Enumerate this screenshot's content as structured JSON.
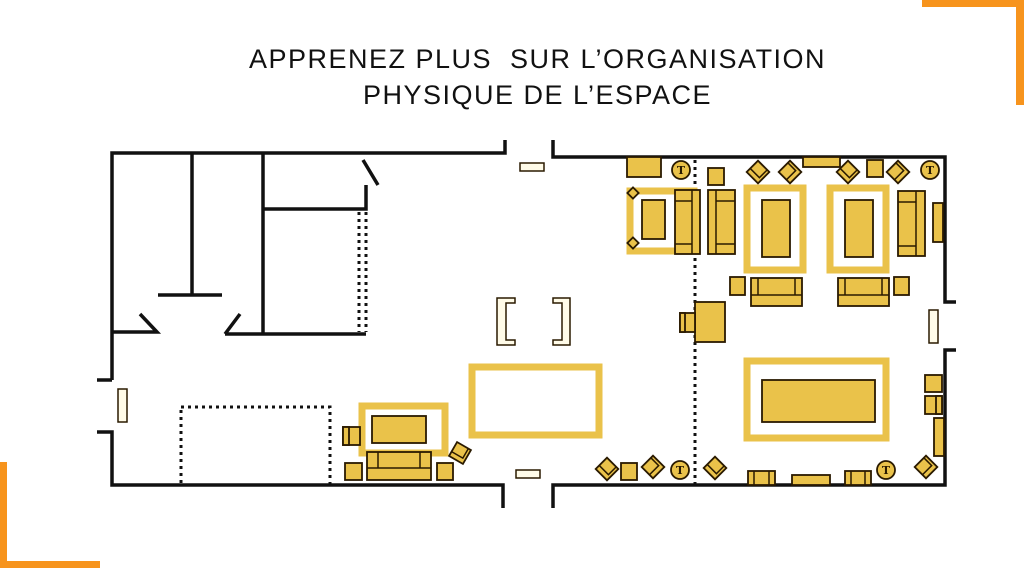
{
  "header": {
    "title_line1": "APPRENEZ PLUS  SUR L’ORGANISATION",
    "title_line2": "PHYSIQUE DE L’ESPACE"
  },
  "floorplan": {
    "table_marker_label": "T"
  },
  "colors": {
    "accent": "#F7941D",
    "furniture": "#EAC24A",
    "walls": "#111111"
  }
}
